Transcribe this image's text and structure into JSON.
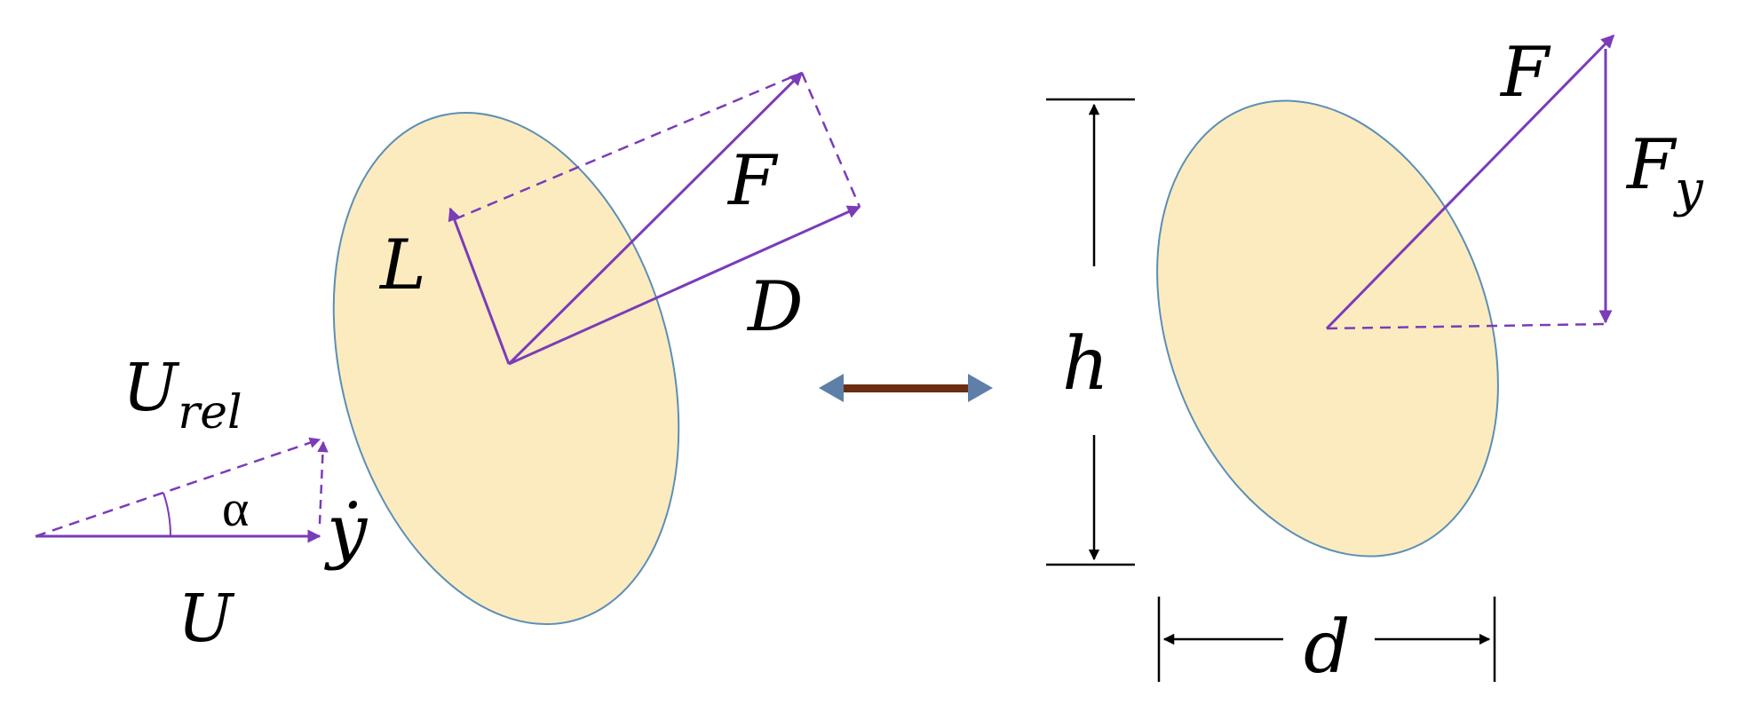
{
  "colors": {
    "body_fill": "#FDEBC0",
    "body_stroke": "#5B8FB5",
    "force": "#7A3CB8",
    "dimension": "#000000",
    "equivalence_arrow": "#6B2D12",
    "equivalence_arrowhead": "#5E7FA8"
  },
  "left_panel": {
    "lift": "L",
    "resultant": "F",
    "drag": "D",
    "relative_velocity_base": "U",
    "relative_velocity_sub": "rel",
    "angle": "α",
    "free_stream": "U",
    "transverse_velocity": "ẏ"
  },
  "right_panel": {
    "resultant": "F",
    "transverse_base": "F",
    "transverse_sub": "y",
    "height": "h",
    "width": "d"
  }
}
